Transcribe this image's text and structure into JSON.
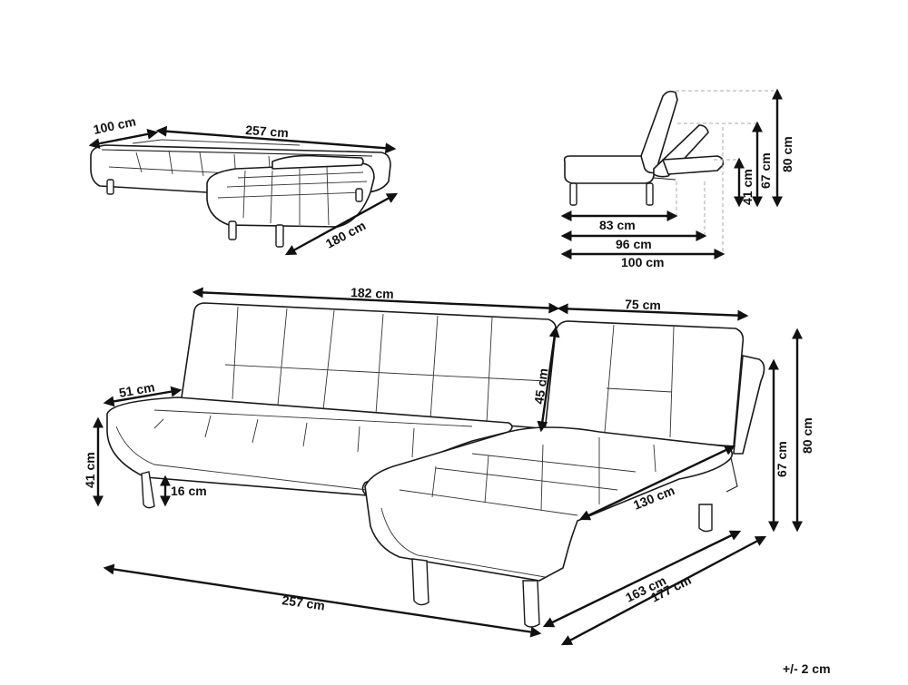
{
  "top_left_view": {
    "depth_label": "100 cm",
    "width_label": "257  cm",
    "chaise_label": "180 cm"
  },
  "side_view": {
    "seat_depth_label": "83 cm",
    "mid_depth_label": "96 cm",
    "full_depth_label": "100 cm",
    "seat_height_label": "41 cm",
    "mid_height_label": "67 cm",
    "full_height_label": "80 cm"
  },
  "main_view": {
    "sofa_width_label": "182 cm",
    "chaise_back_width_label": "75 cm",
    "seat_depth_label": "51 cm",
    "back_height_label": "45 cm",
    "seat_height_label": "41 cm",
    "leg_height_label": "16 cm",
    "chaise_length_label": "130 cm",
    "height_67_label": "67 cm",
    "height_80_label": "80 cm",
    "total_width_label": "257  cm",
    "depth_163_label": "163 cm",
    "depth_177_label": "177 cm"
  },
  "tolerance_label": "+/- 2 cm"
}
